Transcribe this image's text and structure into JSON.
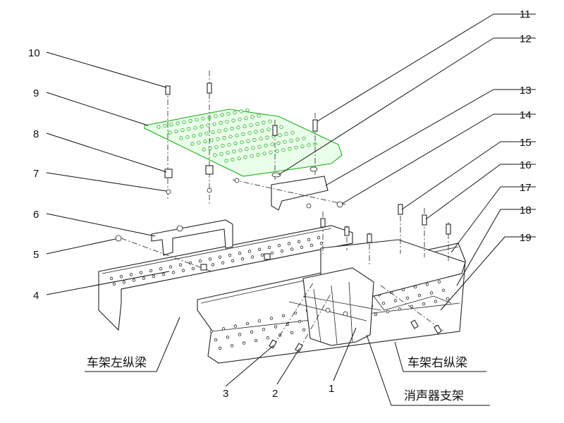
{
  "diagram": {
    "callouts": [
      "1",
      "2",
      "3",
      "4",
      "5",
      "6",
      "7",
      "8",
      "9",
      "10",
      "11",
      "12",
      "13",
      "14",
      "15",
      "16",
      "17",
      "18",
      "19"
    ],
    "labels": {
      "left_rail": "车架左纵梁",
      "right_rail": "车架右纵梁",
      "muffler_bracket": "消声器支架"
    },
    "colors": {
      "line": "#111111",
      "grating": "#19b019"
    }
  }
}
